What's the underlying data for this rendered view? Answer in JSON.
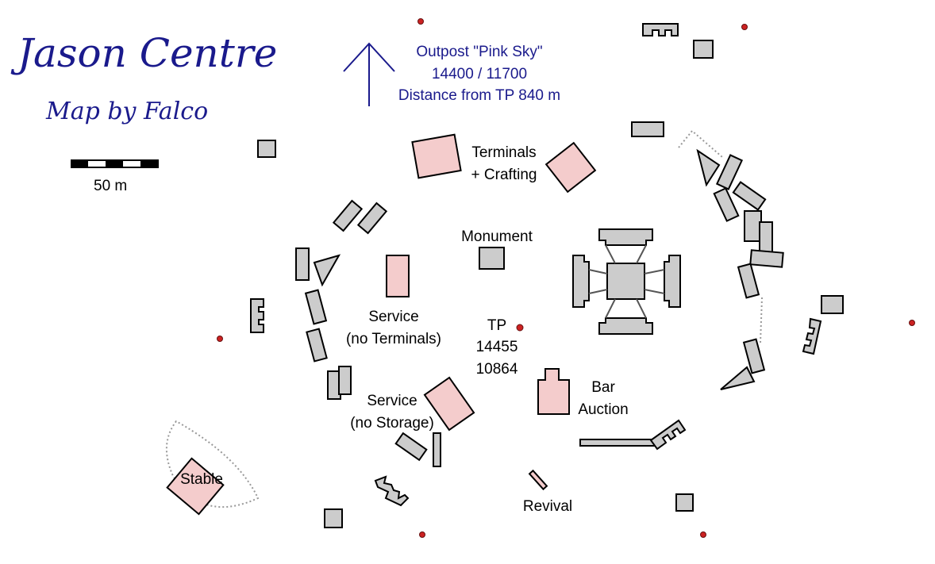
{
  "map": {
    "title": "Jason Centre",
    "subtitle": "Map by Falco",
    "scale_label": "50 m",
    "north": {
      "line1": "Outpost \"Pink Sky\"",
      "line2": "14400 / 11700",
      "line3": "Distance from TP 840 m"
    },
    "labels": {
      "terminals_1": "Terminals",
      "terminals_2": "+ Crafting",
      "monument": "Monument",
      "service_a_1": "Service",
      "service_a_2": "(no Terminals)",
      "tp_1": "TP",
      "tp_2": "14455",
      "tp_3": "10864",
      "service_b_1": "Service",
      "service_b_2": "(no Storage)",
      "bar_1": "Bar",
      "bar_2": "Auction",
      "stable": "Stable",
      "revival": "Revival"
    },
    "colors": {
      "building_gray": "#cccccc",
      "building_pink": "#f4cccc",
      "text_blue": "#1a1a8c",
      "marker_red": "#cc2222"
    }
  }
}
